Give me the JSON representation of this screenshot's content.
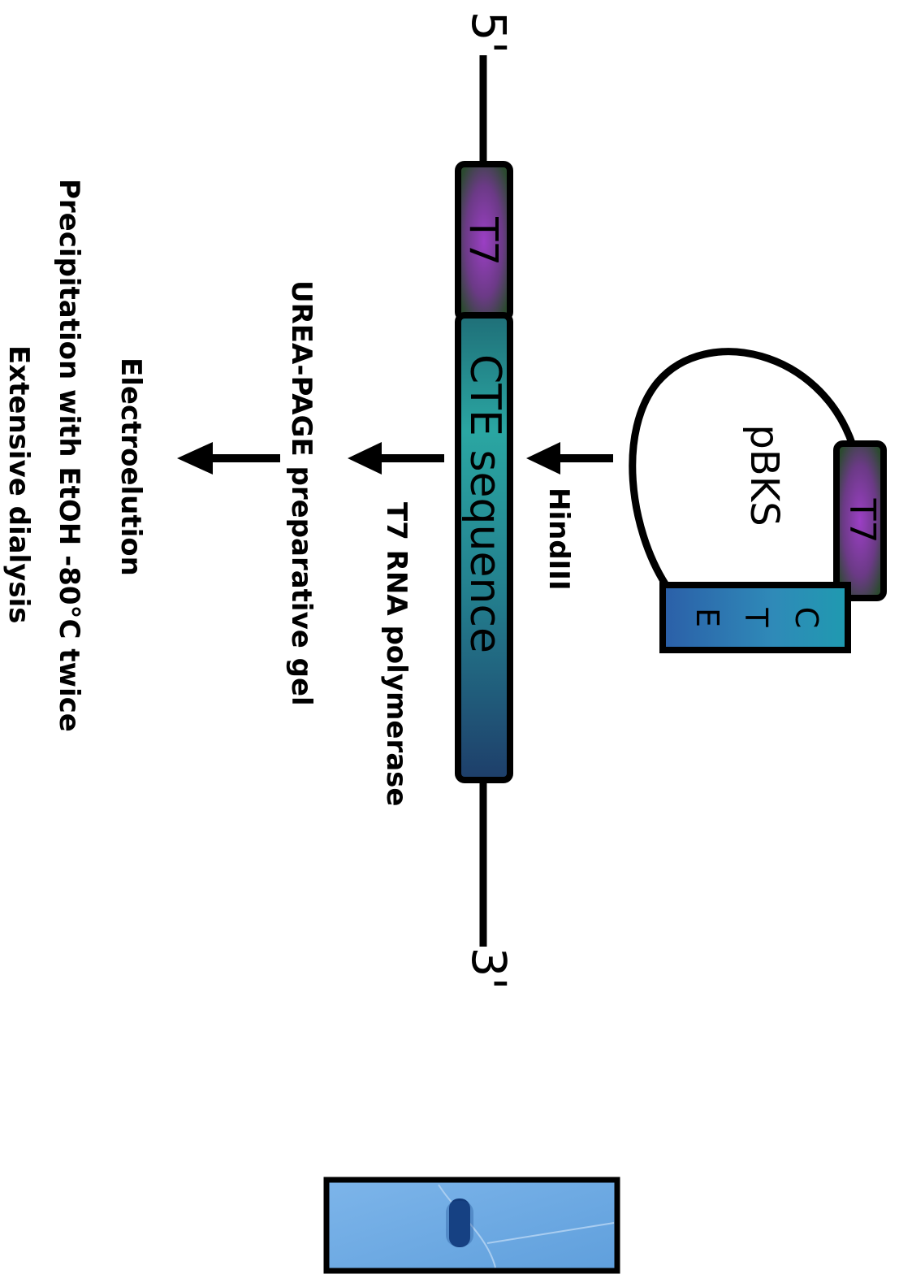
{
  "plasmid": {
    "name": "pBKS",
    "promoter_label": "T7",
    "insert_letters": [
      "C",
      "T",
      "E"
    ]
  },
  "steps": {
    "digest": "HindIII",
    "transcription": "T7 RNA polymerase",
    "gel": "UREA-PAGE preparative gel",
    "elution": "Electroelution",
    "precipitation": "Precipitation with EtOH -80°C twice",
    "dialysis": "Extensive dialysis"
  },
  "template": {
    "five_prime": "5'",
    "three_prime": "3'",
    "promoter_label": "T7",
    "sequence_label": "CTE sequence"
  },
  "colors": {
    "promoter_purple": "#8a3cb0",
    "promoter_green": "#2f4a2c",
    "insert_teal": "#2a9a9a",
    "insert_blue": "#2f6fb8",
    "gel_blue": "#6aa6e0",
    "band": "#123a7a"
  }
}
